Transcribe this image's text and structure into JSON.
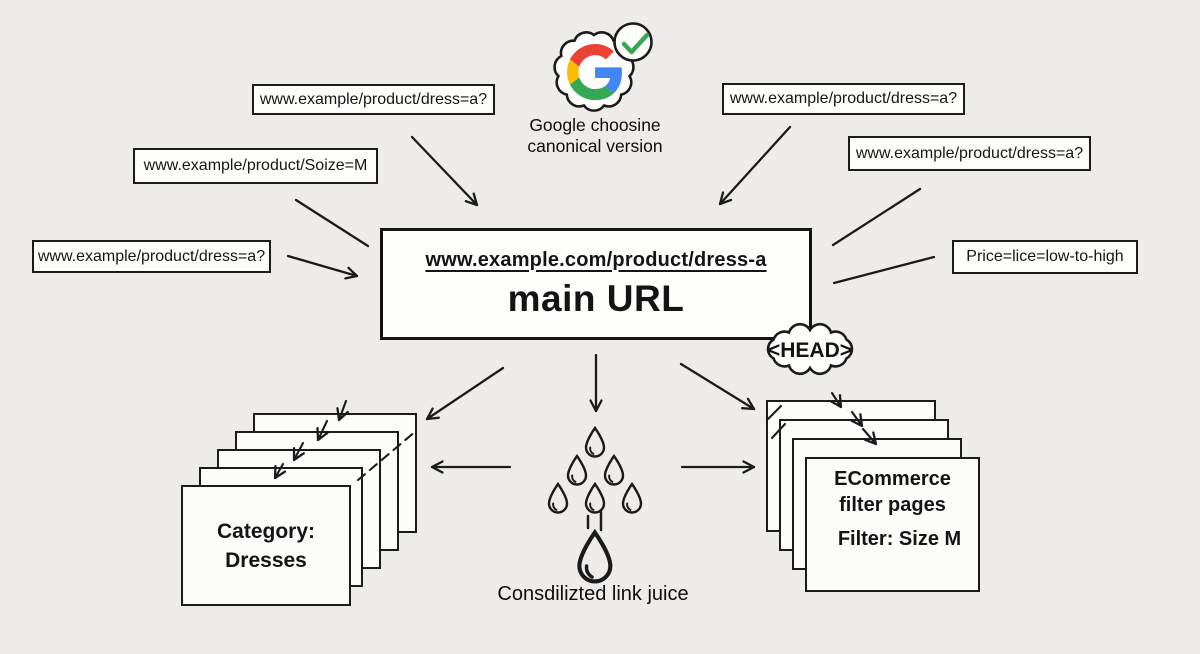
{
  "bg_color": "#edecea",
  "line_color": "#1b1b1b",
  "google": {
    "caption_line1": "Google choosine",
    "caption_line2": "canonical version",
    "logo_colors": {
      "red": "#EA4335",
      "blue": "#4285F4",
      "yellow": "#FBBC05",
      "green": "#34A853"
    },
    "check_color": "#34A853"
  },
  "duplicate_urls": {
    "top_left": "www.example/product/dress=a?",
    "mid_left": "www.example/product/Soize=M",
    "left": "www.example/product/dress=a?",
    "top_right": "www.example/product/dress=a?",
    "mid_right": "www.example/product/dress=a?",
    "right": "Price=lice=low-to-high"
  },
  "main_box": {
    "url": "www.example.com/product/dress-a",
    "label": "main URL"
  },
  "head_tag": "<HEAD>",
  "category_stack": {
    "line1": "Category:",
    "line2": "Dresses"
  },
  "ecommerce_stack": {
    "title_line1": "ECommerce",
    "title_line2": "filter pages",
    "filter_label": "Filter: Size M"
  },
  "link_juice_caption": "Consdilizted link juice"
}
